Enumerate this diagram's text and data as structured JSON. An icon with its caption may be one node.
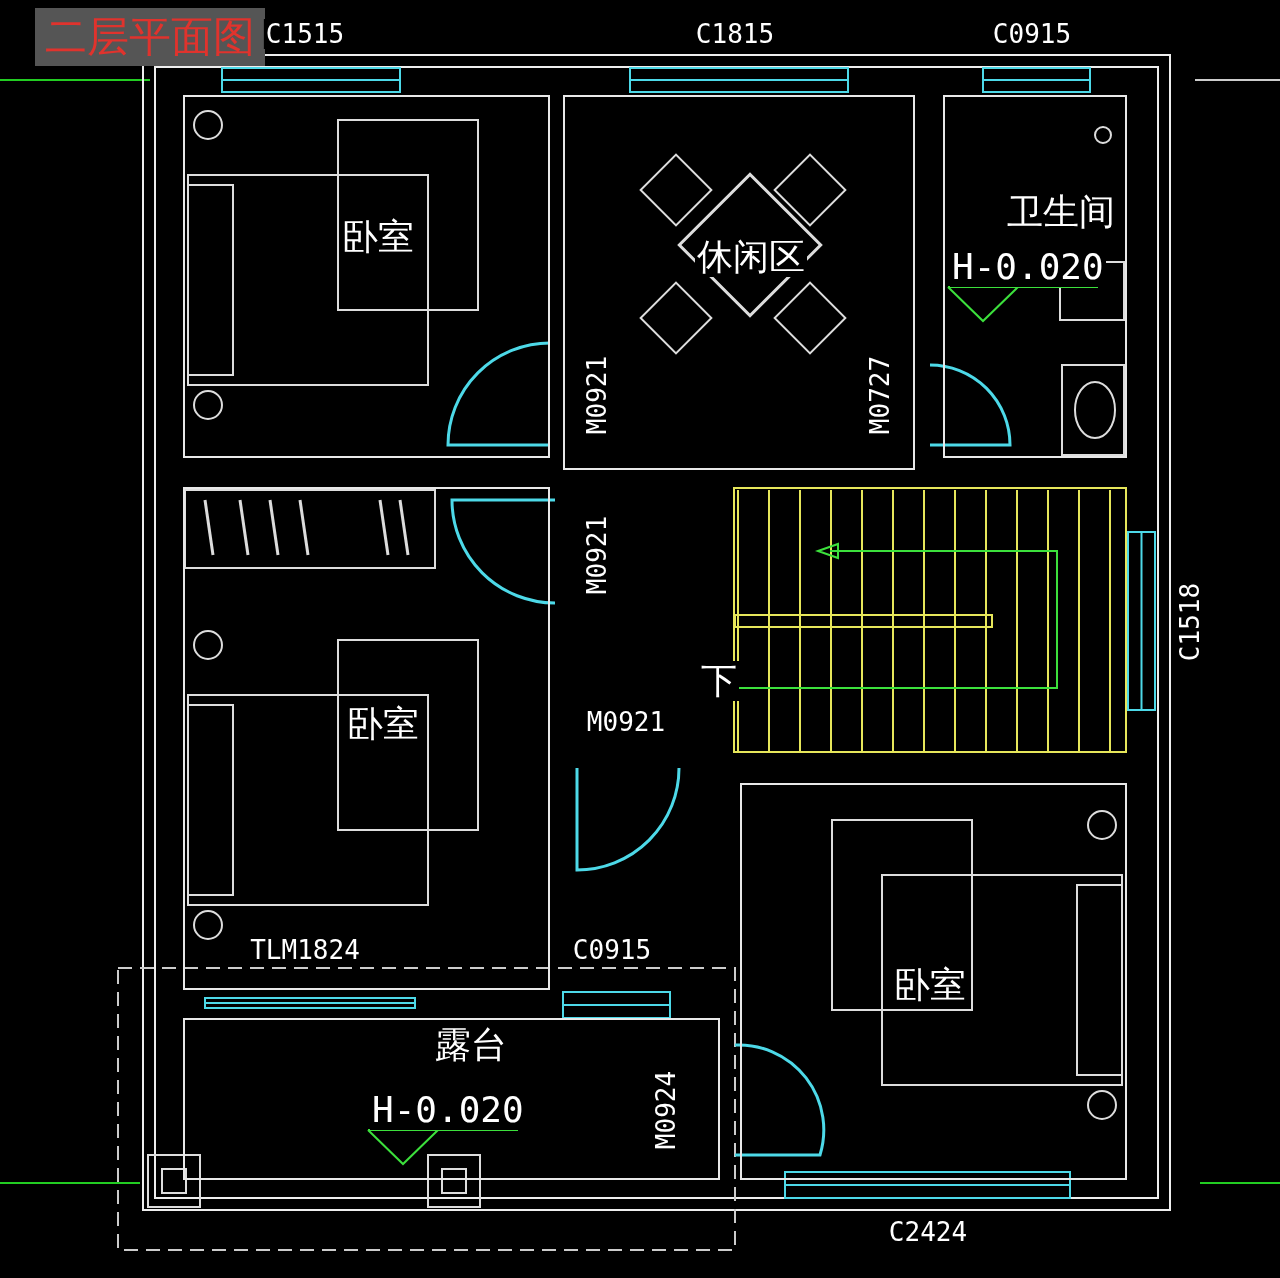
{
  "diagram": {
    "title": "二层平面图",
    "nodes": [
      {
        "text": [
          "卧室"
        ]
      },
      {
        "text": [
          "休闲区"
        ]
      },
      {
        "text": [
          "卫生间",
          "H-0.020"
        ]
      },
      {
        "text": [
          "下"
        ]
      },
      {
        "text": [
          "卧室"
        ]
      },
      {
        "text": [
          "卧室"
        ]
      },
      {
        "text": [
          "露台",
          "H-0.020"
        ]
      }
    ],
    "edges": [],
    "labels": [
      "C1515",
      "C1815",
      "C0915",
      "M0921",
      "M0727",
      "M0921",
      "C1518",
      "M0921",
      "TLM1824",
      "C0915",
      "M0924",
      "C2424"
    ]
  }
}
